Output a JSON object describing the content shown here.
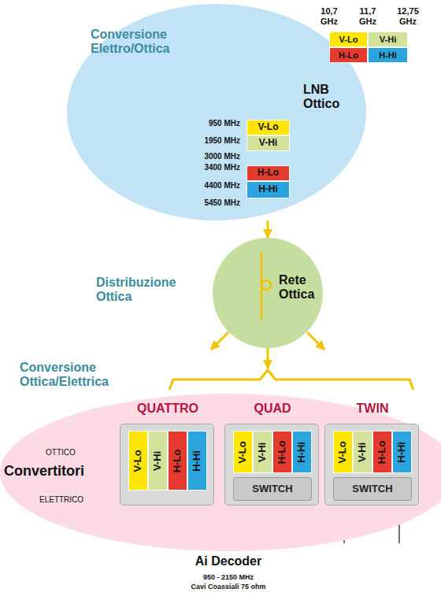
{
  "diagram": {
    "nodes": [
      {
        "text": [
          "Conversione Elettro/Ottica",
          "LNB Ottico"
        ]
      },
      {
        "text": [
          "V-Lo"
        ]
      },
      {
        "text": [
          "V-Hi"
        ]
      },
      {
        "text": [
          "H-Lo"
        ]
      },
      {
        "text": [
          "H-Hi"
        ]
      },
      {
        "text": [
          "V-Lo"
        ],
        "in": 0
      },
      {
        "text": [
          "V-Hi"
        ],
        "in": 0
      },
      {
        "text": [
          "H-Lo"
        ],
        "in": 0
      },
      {
        "text": [
          "H-Hi"
        ],
        "in": 0
      },
      {
        "text": [
          "Distribuzione Ottica",
          "Rete Ottica"
        ]
      },
      {
        "text": [
          "Convertitori"
        ]
      },
      {
        "text": [
          "QUATTRO"
        ],
        "in": 10
      },
      {
        "text": [
          "V-Lo"
        ],
        "in": 11
      },
      {
        "text": [
          "V-Hi"
        ],
        "in": 11
      },
      {
        "text": [
          "H-Lo"
        ],
        "in": 11
      },
      {
        "text": [
          "H-Hi"
        ],
        "in": 11
      },
      {
        "text": [
          "QUAD"
        ],
        "in": 10
      },
      {
        "text": [
          "V-Lo"
        ],
        "in": 16
      },
      {
        "text": [
          "V-Hi"
        ],
        "in": 16
      },
      {
        "text": [
          "H-Lo"
        ],
        "in": 16
      },
      {
        "text": [
          "H-Hi"
        ],
        "in": 16
      },
      {
        "text": [
          "SWITCH"
        ],
        "in": 16
      },
      {
        "text": [
          "TWIN"
        ],
        "in": 10
      },
      {
        "text": [
          "V-Lo"
        ],
        "in": 22
      },
      {
        "text": [
          "V-Hi"
        ],
        "in": 22
      },
      {
        "text": [
          "H-Lo"
        ],
        "in": 22
      },
      {
        "text": [
          "H-Hi"
        ],
        "in": 22
      },
      {
        "text": [
          "SWITCH"
        ],
        "in": 22
      }
    ],
    "edges": [
      {
        "from": 0,
        "to": 9,
        "arrow": "to"
      },
      {
        "from": 9,
        "to": 10,
        "arrow": "to"
      }
    ],
    "labels": [
      "10,7 GHz",
      "11,7 GHz",
      "12,75 GHz",
      "950 MHz",
      "1950 MHz",
      "3000 MHz",
      "3400 MHz",
      "4400 MHz",
      "5450 MHz",
      "Conversione Ottica/Elettrica",
      "OTTICO",
      "ELETTRICO",
      "Ai Decoder",
      "950 - 2150 MHz",
      "Cavi Coassiali 75 ohm"
    ]
  }
}
